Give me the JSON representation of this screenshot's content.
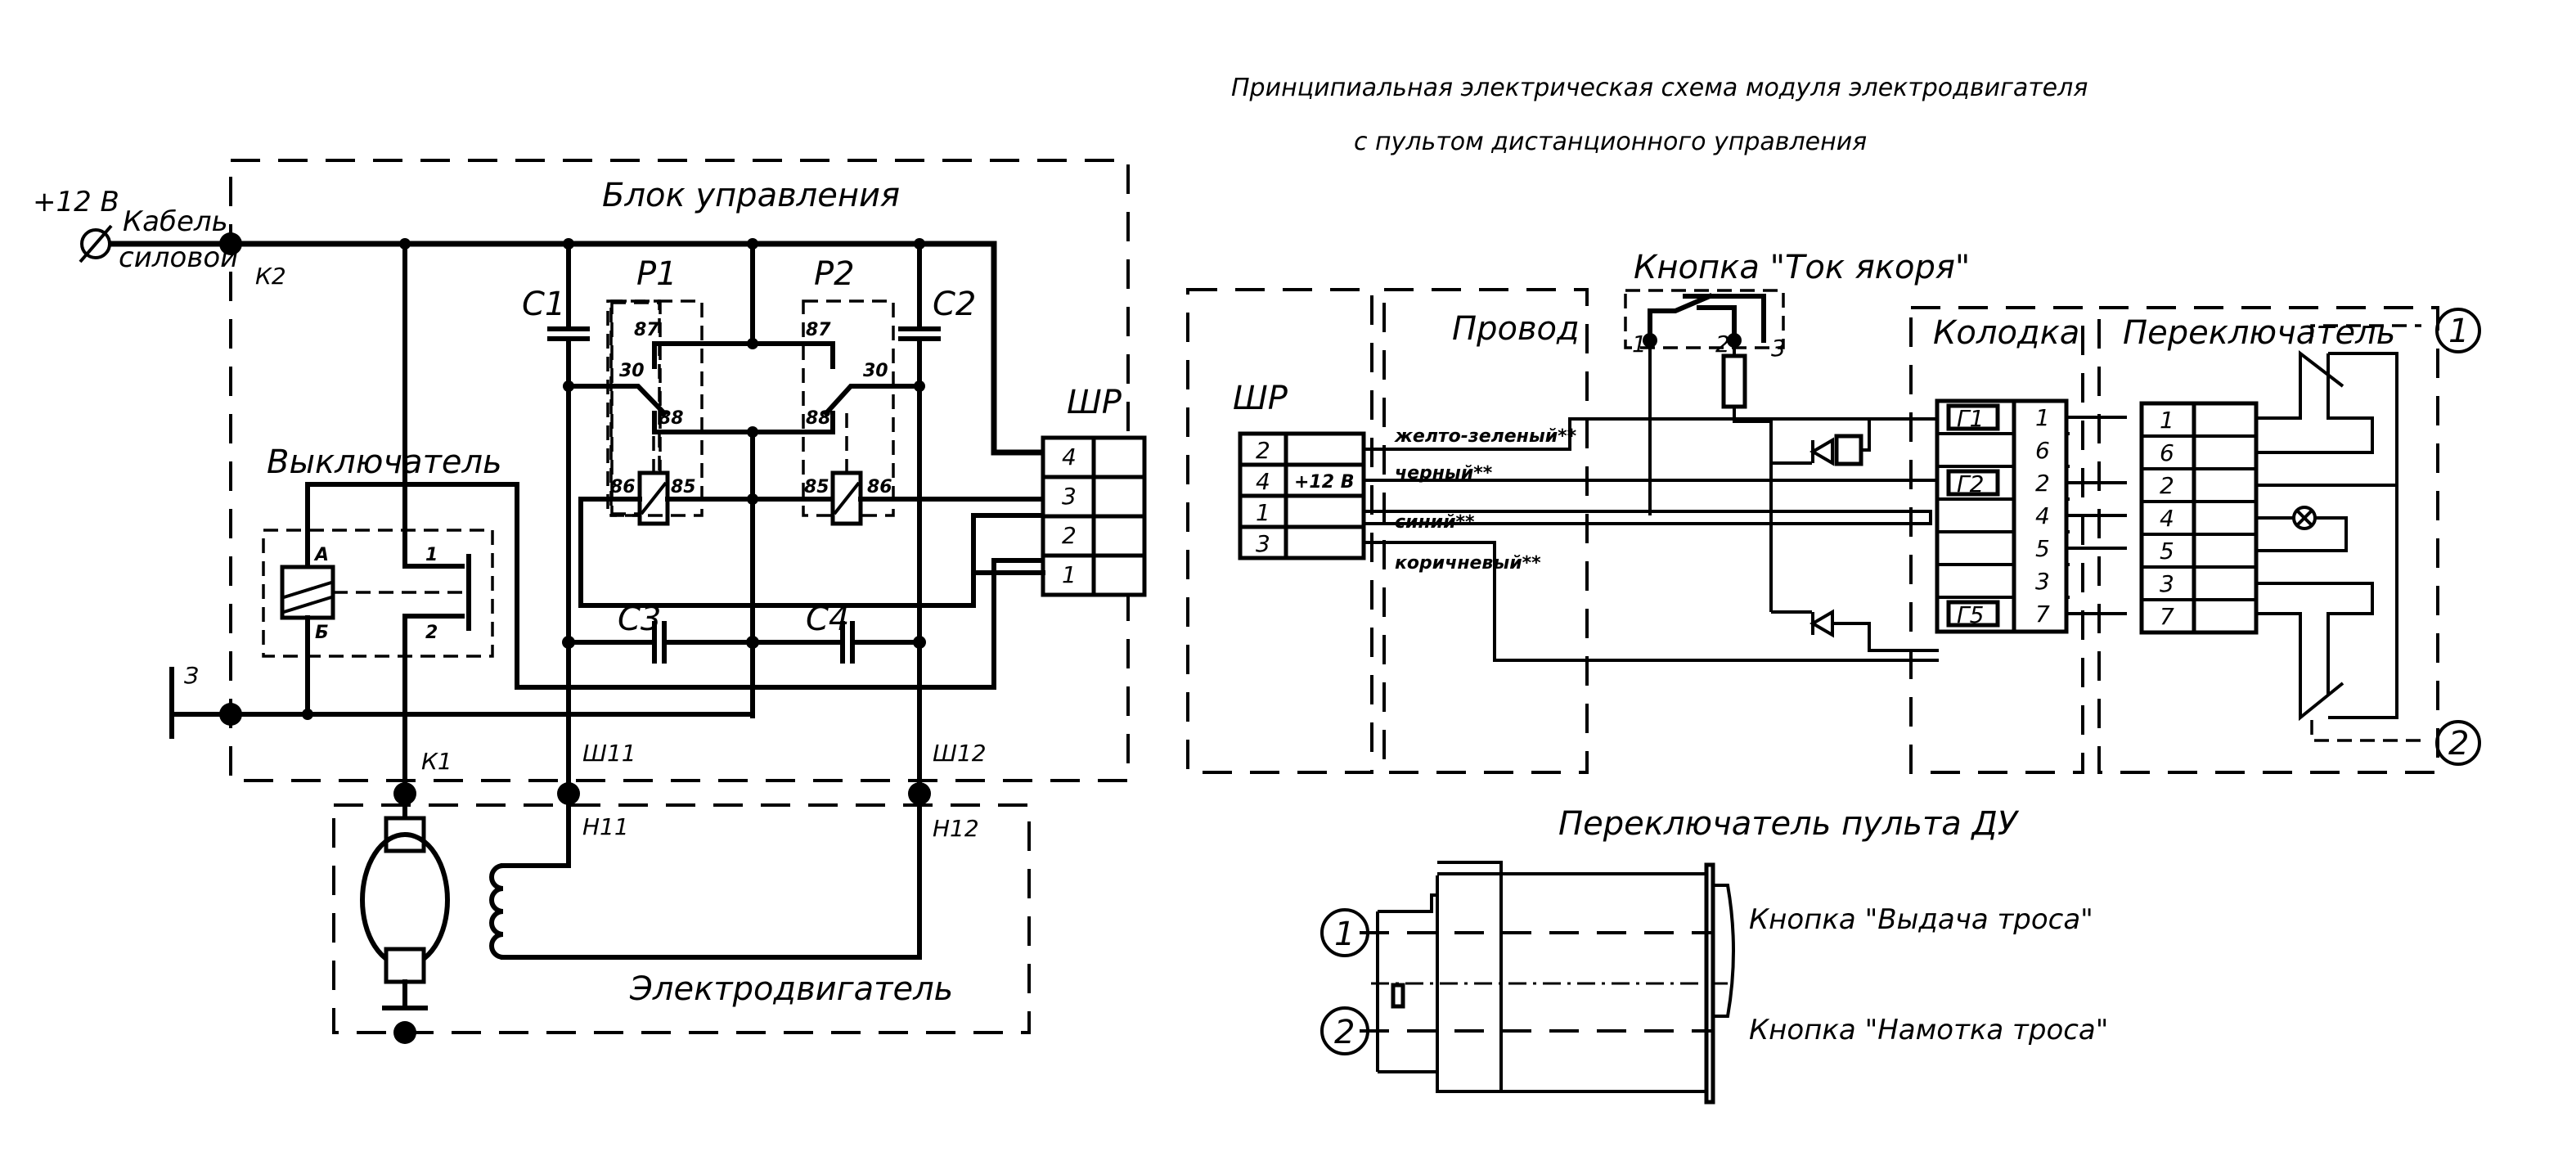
{
  "title": {
    "line1": "Принципиальная электрическая схема модуля электродвигателя",
    "line2": "с пультом дистанционного управления"
  },
  "power": {
    "voltage": "+12 В",
    "cable_line1": "Кабель",
    "cable_line2": "силовой",
    "terminal_k2": "К2",
    "ground_label": "З"
  },
  "control_block": {
    "title": "Блок управления",
    "capacitors": [
      "С1",
      "С2",
      "С3",
      "С4"
    ],
    "relays": [
      {
        "name": "Р1",
        "pins": [
          "87",
          "30",
          "88",
          "86",
          "85"
        ]
      },
      {
        "name": "Р2",
        "pins": [
          "87",
          "30",
          "88",
          "85",
          "86"
        ]
      }
    ],
    "switch": {
      "title": "Выключатель",
      "coil_pins": [
        "А",
        "Б"
      ],
      "contacts": [
        "1",
        "2"
      ]
    },
    "connector": {
      "name": "ШР",
      "pins": [
        "4",
        "3",
        "2",
        "1"
      ]
    },
    "terminals": [
      "К1",
      "Ш11",
      "Ш12"
    ]
  },
  "motor": {
    "title": "Электродвигатель",
    "terminals": [
      "Н11",
      "Н12"
    ]
  },
  "remote": {
    "connector": {
      "name": "ШР",
      "rows": [
        {
          "pin": "2",
          "value": ""
        },
        {
          "pin": "4",
          "value": "+12 В"
        },
        {
          "pin": "1",
          "value": ""
        },
        {
          "pin": "3",
          "value": ""
        }
      ]
    },
    "wire_block_title": "Провод",
    "wires": [
      "желто-зеленый**",
      "черный**",
      "синий**",
      "коричневый**"
    ],
    "button": {
      "title": "Кнопка \"Ток якоря\"",
      "pins": [
        "1",
        "2",
        "3"
      ]
    },
    "block": {
      "title": "Колодка",
      "sockets": [
        "Г1",
        "Г2",
        "Г5"
      ],
      "pins": [
        "1",
        "6",
        "2",
        "4",
        "5",
        "3",
        "7"
      ]
    },
    "switch": {
      "title": "Переключатель",
      "pins": [
        "1",
        "6",
        "2",
        "4",
        "5",
        "3",
        "7"
      ]
    },
    "markers": [
      "1",
      "2"
    ]
  },
  "remote_switch": {
    "title": "Переключатель пульта ДУ",
    "markers": [
      "1",
      "2"
    ],
    "button1": "Кнопка \"Выдача троса\"",
    "button2": "Кнопка \"Намотка троса\""
  }
}
